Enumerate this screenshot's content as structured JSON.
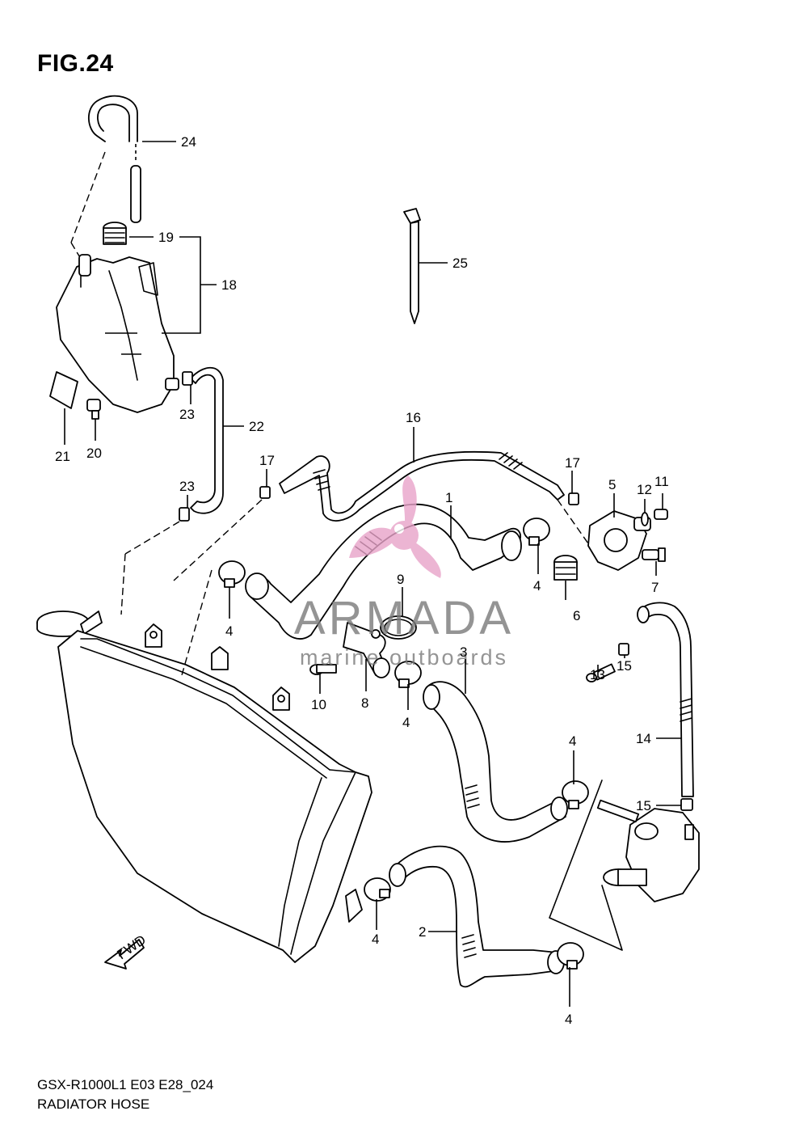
{
  "header": {
    "title": "FIG.24"
  },
  "footer": {
    "model_code": "GSX-R1000L1 E03 E28_024",
    "section_name": "RADIATOR HOSE"
  },
  "callouts": [
    "1",
    "2",
    "3",
    "4",
    "4",
    "4",
    "4",
    "4",
    "4",
    "5",
    "6",
    "7",
    "8",
    "9",
    "10",
    "11",
    "12",
    "13",
    "14",
    "15",
    "15",
    "16",
    "17",
    "17",
    "18",
    "19",
    "20",
    "21",
    "22",
    "23",
    "23",
    "24",
    "25"
  ],
  "watermark": {
    "brand": "ARMADA",
    "tagline": "marine outboards",
    "accent_color": "#e8a3c9"
  },
  "fwd_marker": "FWD"
}
